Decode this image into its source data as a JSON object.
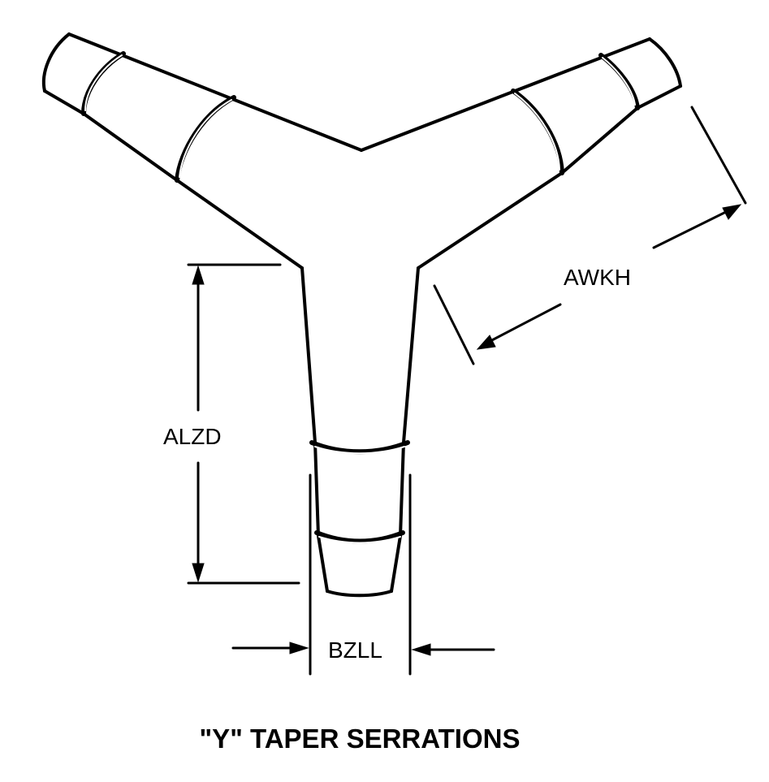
{
  "labels": {
    "awkh": "AWKH",
    "alzd": "ALZD",
    "bzll": "BZLL"
  },
  "caption": "\"Y\" TAPER SERRATIONS"
}
